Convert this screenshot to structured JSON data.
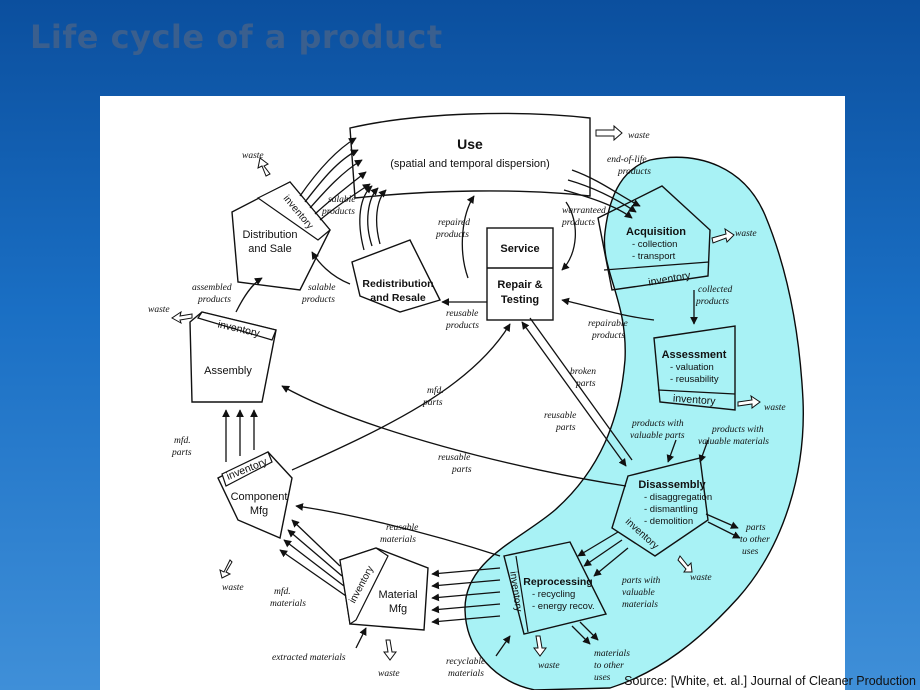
{
  "slide": {
    "title": "Life cycle of a product",
    "source": "Source: [White, et. al.] Journal of Cleaner Production"
  },
  "nodes": {
    "use": {
      "title": "Use",
      "subtitle": "(spatial and temporal dispersion)"
    },
    "distribution": {
      "line1": "Distribution",
      "line2": "and Sale",
      "inventory": "inventory"
    },
    "redistribution": {
      "line1": "Redistribution",
      "line2": "and Resale"
    },
    "service": {
      "title": "Service",
      "line1": "Repair &",
      "line2": "Testing"
    },
    "assembly": {
      "title": "Assembly",
      "inventory": "inventory"
    },
    "component": {
      "line1": "Component",
      "line2": "Mfg",
      "inventory": "inventory"
    },
    "material": {
      "line1": "Material",
      "line2": "Mfg",
      "inventory": "inventory"
    },
    "acquisition": {
      "title": "Acquisition",
      "item1": "- collection",
      "item2": "- transport",
      "inventory": "inventory"
    },
    "assessment": {
      "title": "Assessment",
      "item1": "- valuation",
      "item2": "- reusability",
      "inventory": "inventory"
    },
    "disassembly": {
      "title": "Disassembly",
      "item1": "- disaggregation",
      "item2": "- dismantling",
      "item3": "- demolition",
      "inventory": "inventory"
    },
    "reprocessing": {
      "title": "Reprocessing",
      "item1": "- recycling",
      "item2": "- energy recov.",
      "inventory": "inventory"
    }
  },
  "labels": {
    "waste": "waste",
    "end_of_life_1": "end-of-life",
    "end_of_life_2": "products",
    "salable": "salable",
    "products": "products",
    "warranteed": "warranteed",
    "repaired": "repaired",
    "assembled": "assembled",
    "reusable": "reusable",
    "collected": "collected",
    "repairable": "repairable",
    "broken": "broken",
    "parts": "parts",
    "mfd": "mfd.",
    "products_with": "products with",
    "valuable_parts": "valuable parts",
    "valuable_materials": "valuable materials",
    "parts_to": "parts",
    "to_other": "to other",
    "uses": "uses",
    "materials": "materials",
    "parts_with": "parts with",
    "valuable": "valuable",
    "extracted_materials": "extracted materials",
    "recyclable": "recyclable"
  }
}
